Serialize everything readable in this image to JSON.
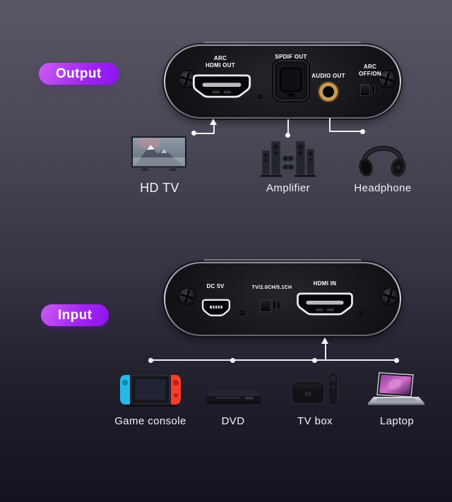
{
  "output_section": {
    "badge_label": "Output",
    "panel": {
      "hdmi_label_line1": "ARC",
      "hdmi_label_line2": "HDMI OUT",
      "spdif_label": "SPDIF OUT",
      "audio_label": "AUDIO OUT",
      "arc_switch_label_line1": "ARC",
      "arc_switch_label_line2": "OFF/ON"
    },
    "connected_devices": [
      {
        "name": "HD TV",
        "icon": "hd-tv-icon"
      },
      {
        "name": "Amplifier",
        "icon": "amplifier-icon"
      },
      {
        "name": "Headphone",
        "icon": "headphone-icon"
      }
    ]
  },
  "input_section": {
    "badge_label": "Input",
    "panel": {
      "power_label": "DC 5V",
      "mode_switch_label": "TV/2.0CH/5.1CH",
      "hdmi_label": "HDMI IN"
    },
    "connected_devices": [
      {
        "name": "Game console",
        "icon": "game-console-icon"
      },
      {
        "name": "DVD",
        "icon": "dvd-player-icon"
      },
      {
        "name": "TV box",
        "icon": "tv-box-icon"
      },
      {
        "name": "Laptop",
        "icon": "laptop-icon"
      }
    ]
  },
  "colors": {
    "badge_gradient_start": "#cb5ef2",
    "badge_gradient_end": "#8d11f0",
    "background_top": "#5a5665",
    "background_bottom": "#131220",
    "connector_line": "#efeef3",
    "audio_jack_gold": "#c79b55"
  }
}
